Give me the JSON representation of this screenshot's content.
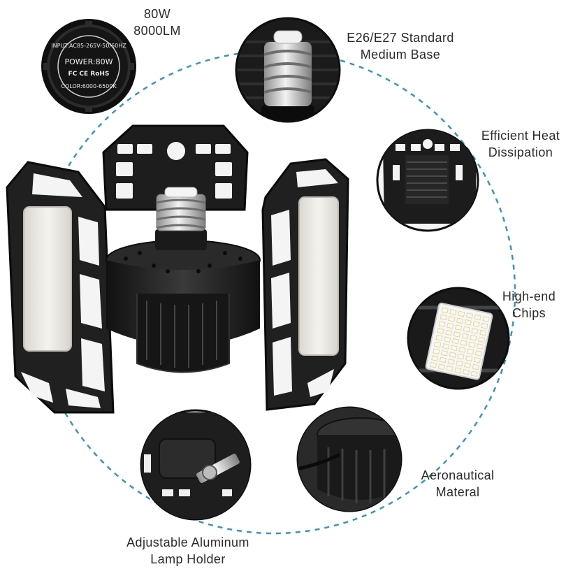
{
  "labels": {
    "power": {
      "line1": "80W",
      "line2": "8000LM"
    },
    "base": {
      "line1": "E26/E27 Standard",
      "line2": "Medium Base"
    },
    "heat": {
      "line1": "Efficient Heat",
      "line2": "Dissipation"
    },
    "chips": {
      "line1": "High-end",
      "line2": "Chips"
    },
    "material": {
      "line1": "Aeronautical",
      "line2": "Materal"
    },
    "holder": {
      "line1": "Adjustable Aluminum",
      "line2": "Lamp Holder"
    }
  },
  "badge": {
    "power": "POWER:80W",
    "input": "INPUT:AC85-265V-50/60HZ",
    "color": "COLOR:6000-6500K",
    "marks": "FC CE RoHS"
  },
  "colors": {
    "dashed_circle": "#3a95b5",
    "product_body": "#1c1c1c",
    "led_panel": "#eceae4"
  }
}
